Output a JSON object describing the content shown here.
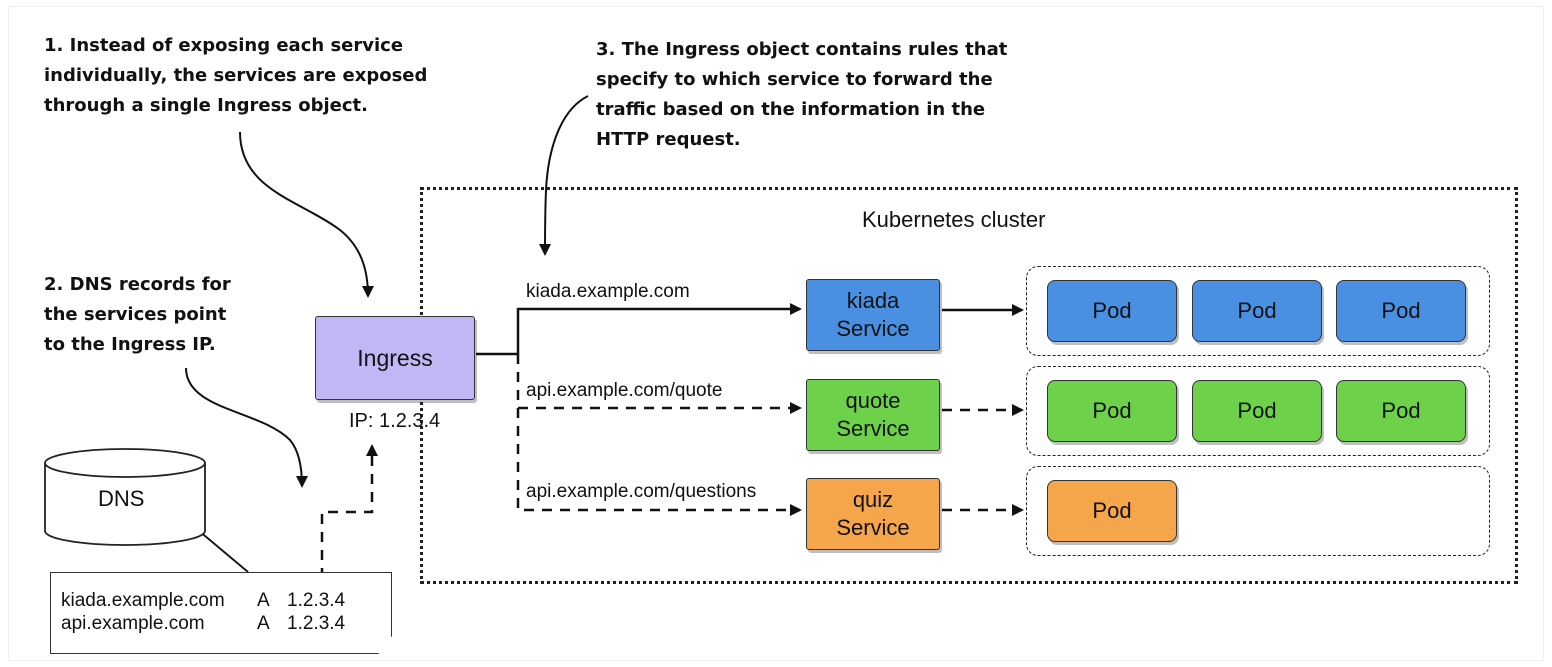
{
  "notes": {
    "n1": "1. Instead of exposing each service\nindividually, the services are exposed\nthrough a single Ingress object.",
    "n2": "2. DNS records for\nthe services point\nto the Ingress IP.",
    "n3": "3. The Ingress object contains rules that\nspecify to which service to forward the\ntraffic based on the information in the\nHTTP request."
  },
  "cluster_label": "Kubernetes cluster",
  "ingress": {
    "label": "Ingress",
    "ip": "IP: 1.2.3.4"
  },
  "dns": {
    "label": "DNS",
    "records": [
      {
        "host": "kiada.example.com",
        "type": "A",
        "ip": "1.2.3.4"
      },
      {
        "host": "api.example.com",
        "type": "A",
        "ip": "1.2.3.4"
      }
    ]
  },
  "routes": [
    {
      "rule": "kiada.example.com",
      "service_name": "kiada",
      "service_word": "Service",
      "pods": [
        "Pod",
        "Pod",
        "Pod"
      ],
      "color": "#4a90e2"
    },
    {
      "rule": "api.example.com/quote",
      "service_name": "quote",
      "service_word": "Service",
      "pods": [
        "Pod",
        "Pod",
        "Pod"
      ],
      "color": "#6dd24a"
    },
    {
      "rule": "api.example.com/questions",
      "service_name": "quiz",
      "service_word": "Service",
      "pods": [
        "Pod"
      ],
      "color": "#f5a54a"
    }
  ],
  "colors": {
    "ingress": "#c2b6f5",
    "dns": "#ffffff"
  }
}
